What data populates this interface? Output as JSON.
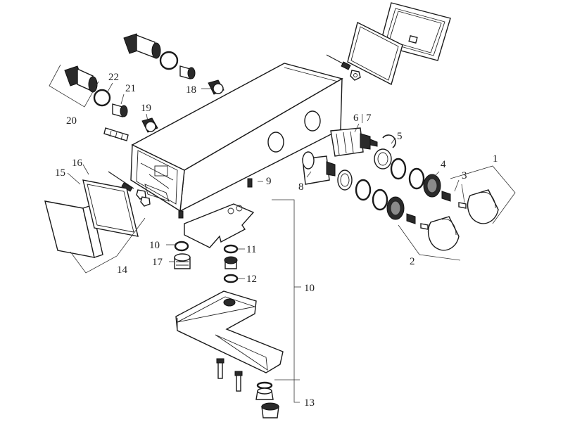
{
  "labels": {
    "l1": "1",
    "l2": "2",
    "l3": "3",
    "l4": "4",
    "l5": "5",
    "l6_7": "6 | 7",
    "l8": "8",
    "l9": "9",
    "l10a": "10",
    "l10b": "10",
    "l11": "11",
    "l12": "12",
    "l13": "13",
    "l14": "14",
    "l15": "15",
    "l16": "16",
    "l17": "17",
    "l18": "18",
    "l19": "19",
    "l20": "20",
    "l21": "21",
    "l22": "22"
  }
}
